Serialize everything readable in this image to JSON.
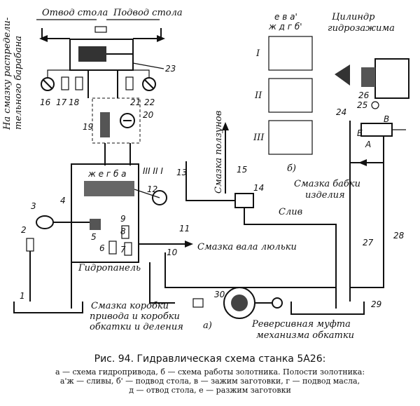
{
  "labels": {
    "otvod_stola": "Отвод стола",
    "podvod_stola": "Подвод стола",
    "na_smazku": "На смазку распредели-",
    "na_smazku2": "тельного барабана",
    "cilindr": "Цилиндр",
    "gidrozazhima": "гидрозажима",
    "smazka_polzunov": "Смазка ползунов",
    "smazka_babki": "Смазка бабки",
    "izdeliya": "изделия",
    "sliv": "Слив",
    "smazka_vala": "Смазка вала люльки",
    "gidropanel": "Гидропанель",
    "smazka_korobki1": "Смазка коробки",
    "smazka_korobki2": "привода и коробки",
    "smazka_korobki3": "обкатки и деления",
    "reversivnaya1": "Реверсивная муфта",
    "reversivnaya2": "механизма обкатки",
    "sub_a": "а)",
    "sub_b": "б)",
    "pos_letters": "ж е г б а",
    "pos_top": "е   в а'",
    "pos_top2": "ж д г б'",
    "roman1": "I",
    "roman2": "II",
    "roman3": "III",
    "roman_row": "III II I",
    "letter_A": "А",
    "letter_B": "Б",
    "letter_V": "В",
    "n1": "1",
    "n2": "2",
    "n3": "3",
    "n4": "4",
    "n5": "5",
    "n6": "6",
    "n7": "7",
    "n8": "8",
    "n9": "9",
    "n10": "10",
    "n11": "11",
    "n12": "12",
    "n13": "13",
    "n14": "14",
    "n15": "15",
    "n16": "16",
    "n17": "17",
    "n18": "18",
    "n19": "19",
    "n20": "20",
    "n21": "21",
    "n22": "22",
    "n23": "23",
    "n24": "24",
    "n25": "25",
    "n26": "26",
    "n27": "27",
    "n28": "28",
    "n29": "29",
    "n30": "30"
  },
  "caption": {
    "title": "Рис. 94. Гидравлическая схема станка 5А26:",
    "line1": "а — схема гидропривода, б — схема работы золотника. Полости золотника:",
    "line2": "а'ж — сливы, б' — подвод стола, в — зажим заготовки, г — подвод масла,",
    "line3": "д — отвод стола, е — разжим заготовки"
  }
}
